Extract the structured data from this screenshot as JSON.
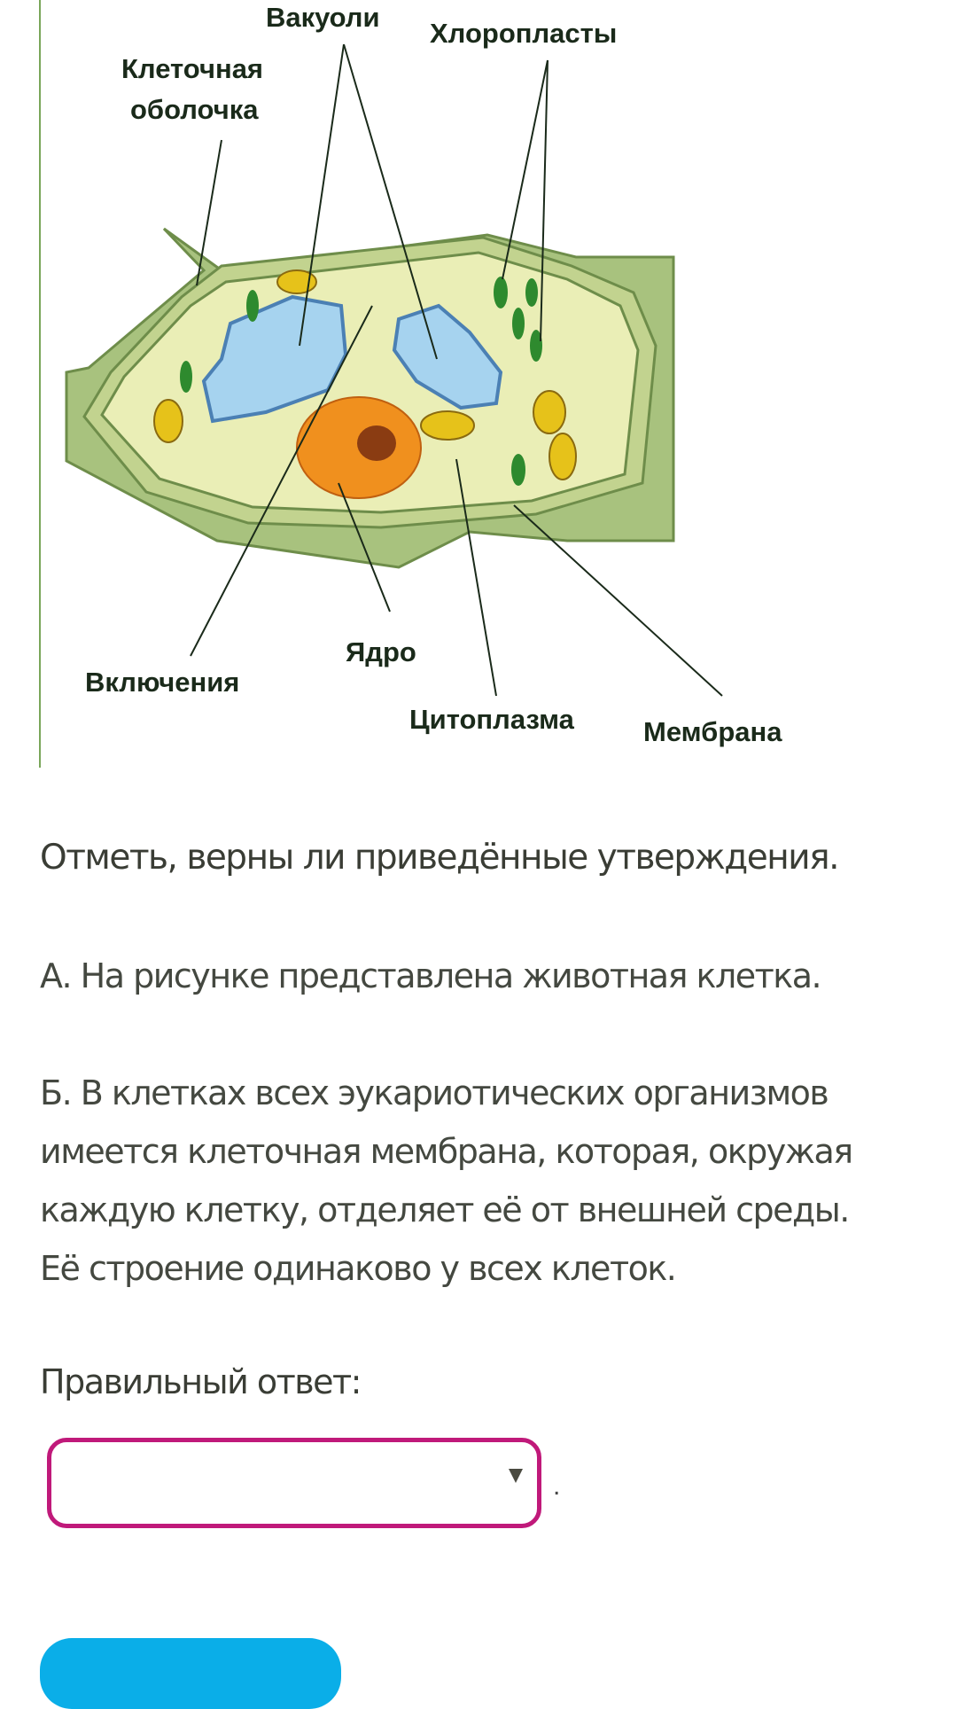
{
  "figure": {
    "labels": {
      "vacuoles": "Вакуоли",
      "chloroplasts": "Хлоропласты",
      "cell_wall_line1": "Клеточная",
      "cell_wall_line2": "оболочка",
      "nucleus": "Ядро",
      "inclusions": "Включения",
      "cytoplasm": "Цитоплазма",
      "membrane": "Мембрана"
    }
  },
  "question": {
    "instruction": "Отметь, верны ли приведённые утверждения.",
    "statement_a": "А. На рисунке представлена животная клетка.",
    "statement_b_lines": [
      "Б. В клетках всех эукариотических организмов",
      "имеется клеточная мембрана, которая, окружая",
      "каждую клетку, отделяет её от внешней среды.",
      "Её строение одинаково у всех клеток."
    ],
    "answer_label": "Правильный ответ:",
    "answer_select_value": "",
    "answer_suffix": "."
  },
  "colors": {
    "select_border": "#c0197a",
    "button": "#0aaee8"
  }
}
